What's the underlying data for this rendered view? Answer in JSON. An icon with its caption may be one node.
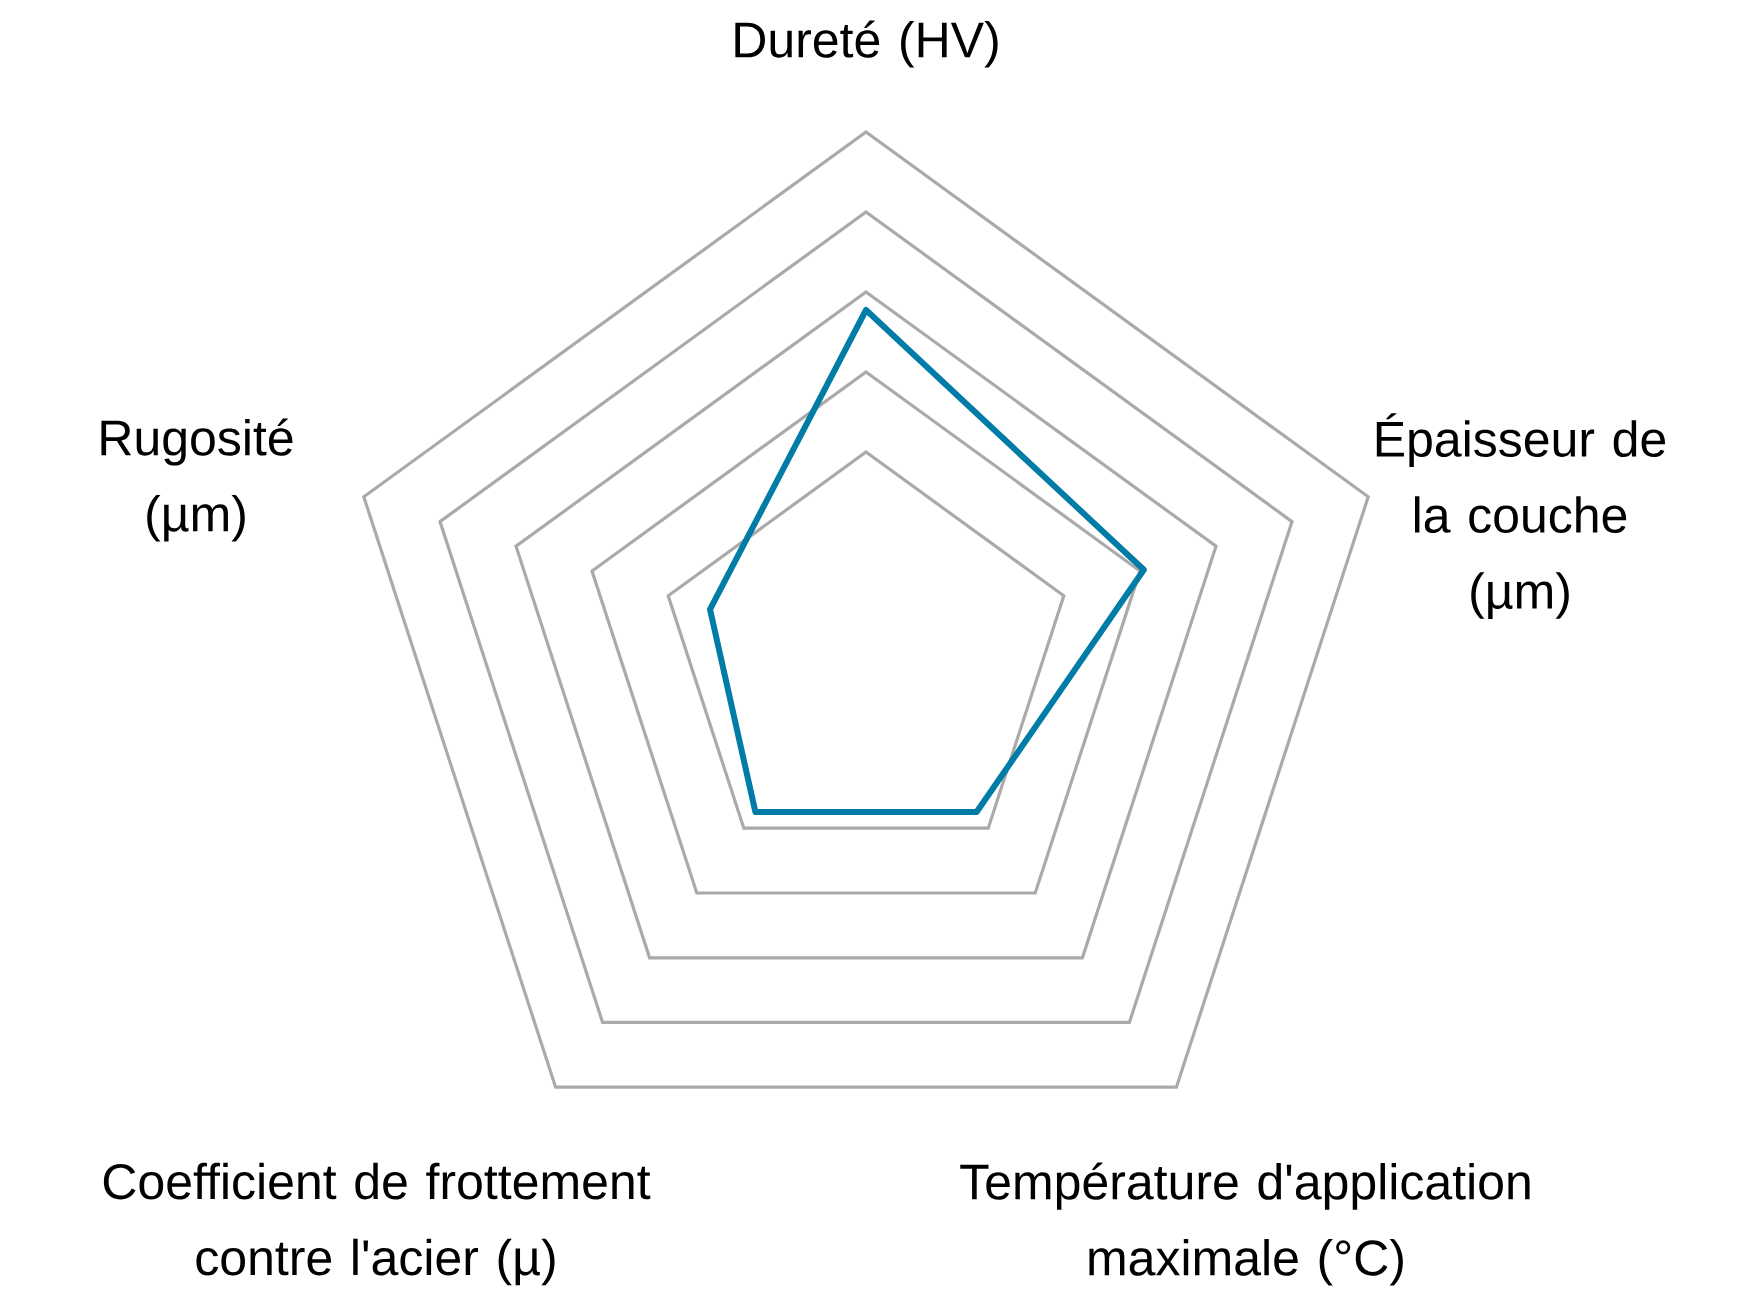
{
  "diagram": {
    "labels": [
      "Dureté (HV)",
      "Épaisseur de la couche (µm)",
      "Température d'application maximale (°C)",
      "Coefficient de frottement contre l'acier (µ)",
      "Rugosité (µm)"
    ]
  }
}
